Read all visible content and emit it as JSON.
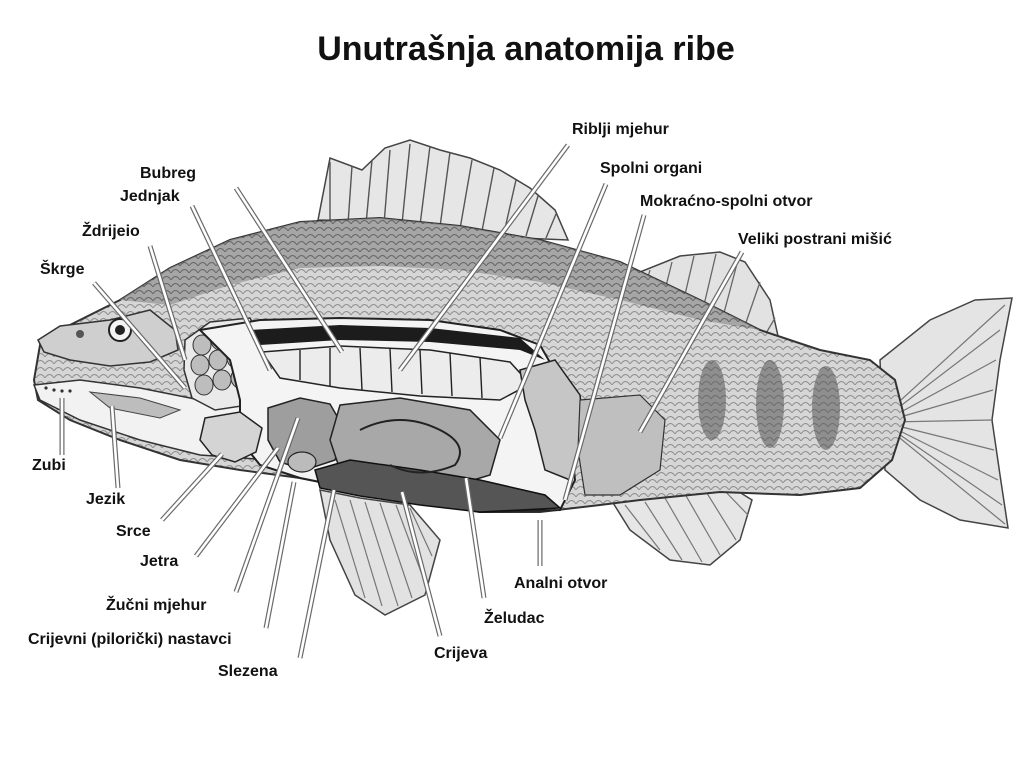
{
  "title": "Unutrašnja anatomija ribe",
  "labels": {
    "riblji_mjehur": "Riblji mjehur",
    "spolni_organi": "Spolni organi",
    "mokracno_spolni_otvor": "Mokraćno-spolni otvor",
    "veliki_postrani_misic": "Veliki postrani mišić",
    "bubreg": "Bubreg",
    "jednjak": "Jednjak",
    "zdrijelo": "Ždrijeio",
    "skrge": "Škrge",
    "zubi": "Zubi",
    "jezik": "Jezik",
    "srce": "Srce",
    "jetra": "Jetra",
    "zucni_mjehur": "Žučni mjehur",
    "crijevni_nastavci": "Crijevni (pilorički) nastavci",
    "slezena": "Slezena",
    "crijeva": "Crijeva",
    "zeludac": "Želudac",
    "analni_otvor": "Analni otvor"
  }
}
